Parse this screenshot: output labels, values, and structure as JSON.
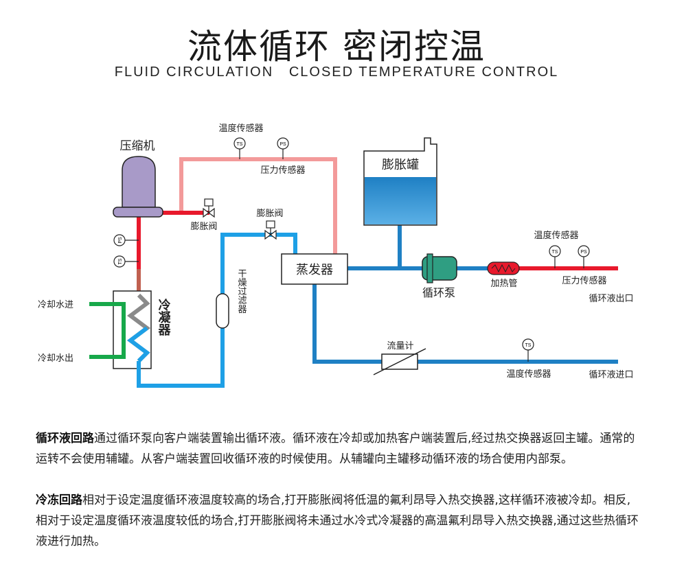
{
  "title": "流体循环 密闭控温",
  "subtitle": "FLUID CIRCULATION   CLOSED TEMPERATURE CONTROL",
  "labels": {
    "compressor": "压缩机",
    "temp_sensor_top": "温度传感器",
    "pressure_sensor_top": "压力传感器",
    "expansion_valve_1": "膨胀阀",
    "expansion_valve_2": "膨胀阀",
    "expansion_tank": "膨胀罐",
    "evaporator": "蒸发器",
    "circulation_pump": "循环泵",
    "heater": "加热管",
    "temp_sensor_right": "温度传感器",
    "pressure_sensor_right": "压力传感器",
    "outlet": "循环液出口",
    "inlet": "循环液进口",
    "cooling_water_in": "冷却水进",
    "cooling_water_out": "冷却水出",
    "condenser": "冷凝器",
    "dryer_filter": "干燥过滤器",
    "flow_meter": "流量计",
    "temp_sensor_bottom": "温度传感器",
    "ts": "TS",
    "ps": "PS"
  },
  "description": {
    "p1_title": "循环液回路",
    "p1_text": "通过循环泵向客户端装置输出循环液。循环液在冷却或加热客户端装置后,经过热交换器返回主罐。通常的运转不会使用辅罐。从客户端装置回收循环液的时候使用。从辅罐向主罐移动循环液的场合使用内部泵。",
    "p2_title": "冷冻回路",
    "p2_text": "相对于设定温度循环液温度较高的场合,打开膨胀阀将低温的氟利昂导入热交换器,这样循环液被冷却。相反,相对于设定温度循环液温度较低的场合,打开膨胀阀将未通过水冷式冷凝器的高温氟利昂导入热交换器,通过这些热循环液进行加热。"
  },
  "colors": {
    "refrigerant_hot": "#e8192c",
    "refrigerant_warm": "#f08080",
    "refrigerant_cold": "#1ea0e6",
    "fluid": "#1f80c4",
    "cooling_water": "#17a84a",
    "compressor_body": "#a89ac8",
    "pump_body": "#2f9e82",
    "tank_water": "#1f80c4"
  }
}
